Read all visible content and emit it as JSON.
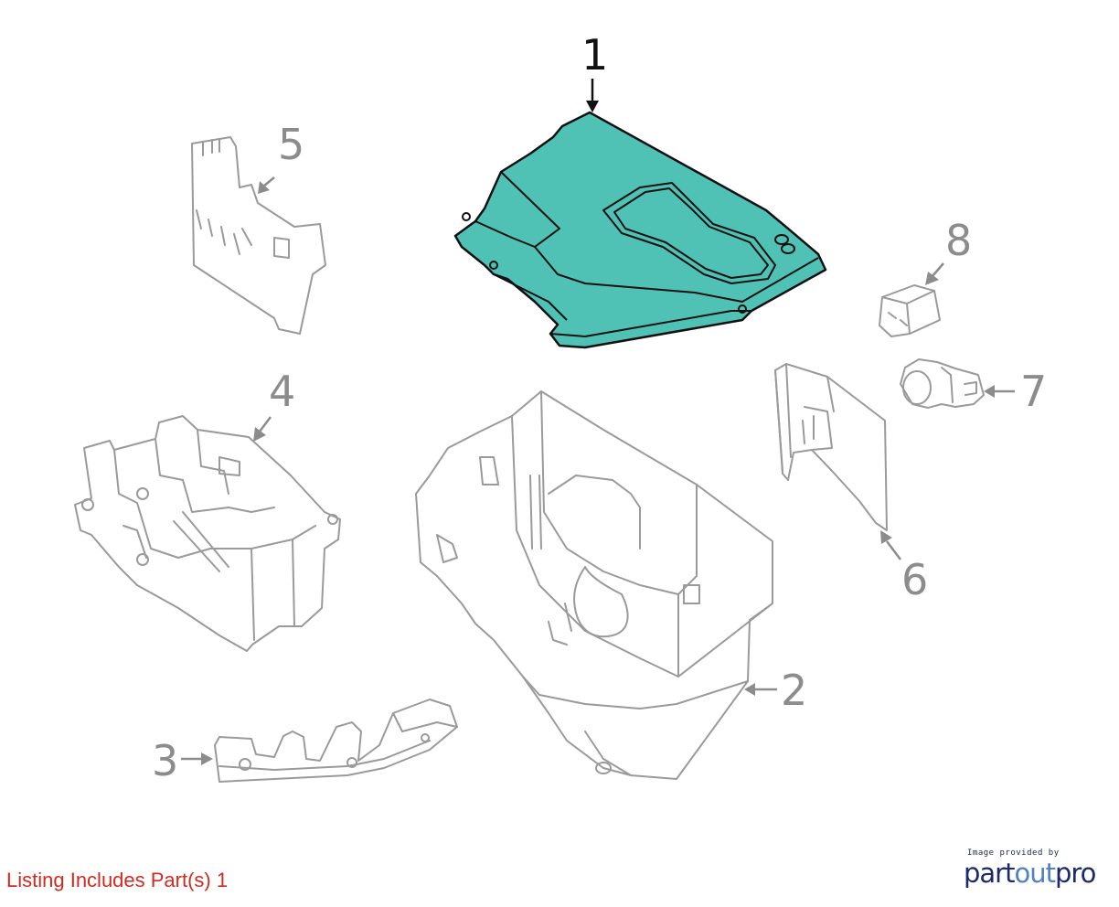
{
  "diagram": {
    "highlight_color": "#4fc2b5",
    "callouts": [
      {
        "id": "1",
        "label": "1",
        "highlighted": true
      },
      {
        "id": "2",
        "label": "2",
        "highlighted": false
      },
      {
        "id": "3",
        "label": "3",
        "highlighted": false
      },
      {
        "id": "4",
        "label": "4",
        "highlighted": false
      },
      {
        "id": "5",
        "label": "5",
        "highlighted": false
      },
      {
        "id": "6",
        "label": "6",
        "highlighted": false
      },
      {
        "id": "7",
        "label": "7",
        "highlighted": false
      },
      {
        "id": "8",
        "label": "8",
        "highlighted": false
      }
    ]
  },
  "footer": {
    "listing_note": "Listing Includes Part(s) 1",
    "listing_note_color": "#d42a1e",
    "credit_caption": "Image provided by",
    "credit_brand_part1": "part",
    "credit_brand_part2": "out",
    "credit_brand_part3": "pro"
  }
}
